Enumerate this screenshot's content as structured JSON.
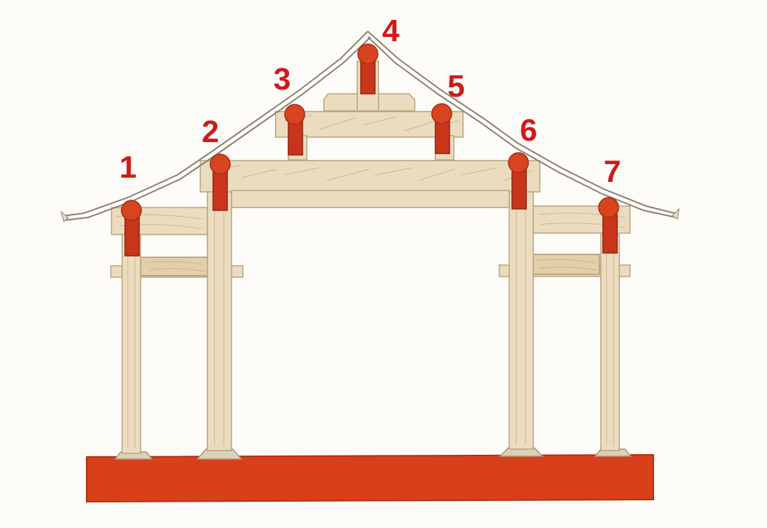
{
  "labels": [
    "1",
    "2",
    "3",
    "4",
    "5",
    "6",
    "7"
  ],
  "colors": {
    "foundation": "#d8401c",
    "purlin": "#d8441f",
    "wood": "#ecdcbf",
    "label": "#d01a1a"
  }
}
